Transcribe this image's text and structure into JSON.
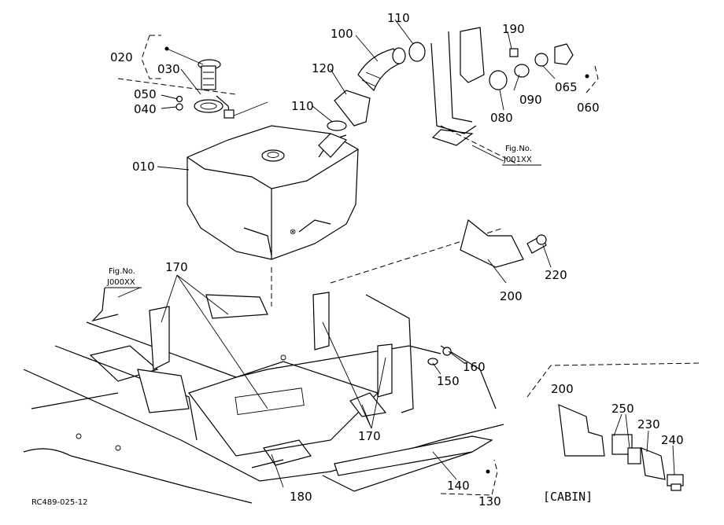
{
  "callouts": {
    "p010": "010",
    "p020": "020",
    "p030": "030",
    "p040": "040",
    "p050": "050",
    "p060": "060",
    "p065": "065",
    "p080": "080",
    "p090": "090",
    "p100": "100",
    "p110a": "110",
    "p110b": "110",
    "p120": "120",
    "p130": "130",
    "p140": "140",
    "p150": "150",
    "p160": "160",
    "p170a": "170",
    "p170b": "170",
    "p180": "180",
    "p190": "190",
    "p200a": "200",
    "p200b": "200",
    "p220": "220",
    "p230": "230",
    "p240": "240",
    "p250": "250"
  },
  "references": [
    {
      "label": "Fig.No.",
      "code": "J001XX"
    },
    {
      "label": "Fig.No.",
      "code": "J000XX"
    }
  ],
  "inset_label": "[CABIN]",
  "drawing_number": "RC489-025-12",
  "colors": {
    "line": "#000000",
    "background": "#ffffff"
  }
}
